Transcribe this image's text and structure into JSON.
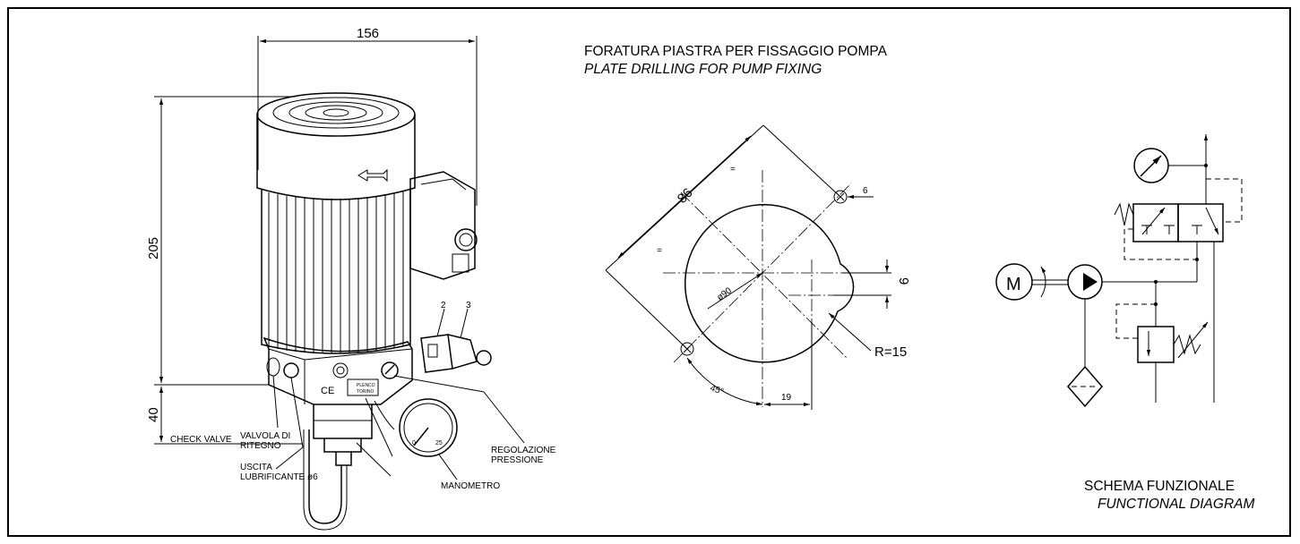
{
  "pump_drawing": {
    "dim_width": "156",
    "dim_height": "205",
    "dim_base": "40",
    "callout_2": "2",
    "callout_3": "3",
    "check_valve_it_1": "VALVOLA DI",
    "check_valve_it_2": "RITEGNO",
    "check_valve_en": "CHECK VALVE",
    "outlet_1": "USCITA",
    "outlet_2": "LUBRIFICANTE ø6",
    "pressure_reg_1": "REGOLAZIONE",
    "pressure_reg_2": "PRESSIONE",
    "gauge_label": "MANOMETRO",
    "gauge_min": "0",
    "gauge_max": "25",
    "ce_mark": "CE",
    "brand_1": "PLENCO",
    "brand_2": "TORINO"
  },
  "plate_drilling": {
    "title_it": "FORATURA PIASTRA PER FISSAGGIO POMPA",
    "title_en": "PLATE DRILLING FOR PUMP FIXING",
    "dim_86": "86",
    "dim_6": "6",
    "dim_90": "ø90",
    "dim_9": "9",
    "dim_r15": "R=15",
    "dim_45": "45°",
    "dim_19": "19"
  },
  "functional_diagram": {
    "title_it": "SCHEMA FUNZIONALE",
    "title_en": "FUNCTIONAL DIAGRAM",
    "motor_label": "M"
  }
}
